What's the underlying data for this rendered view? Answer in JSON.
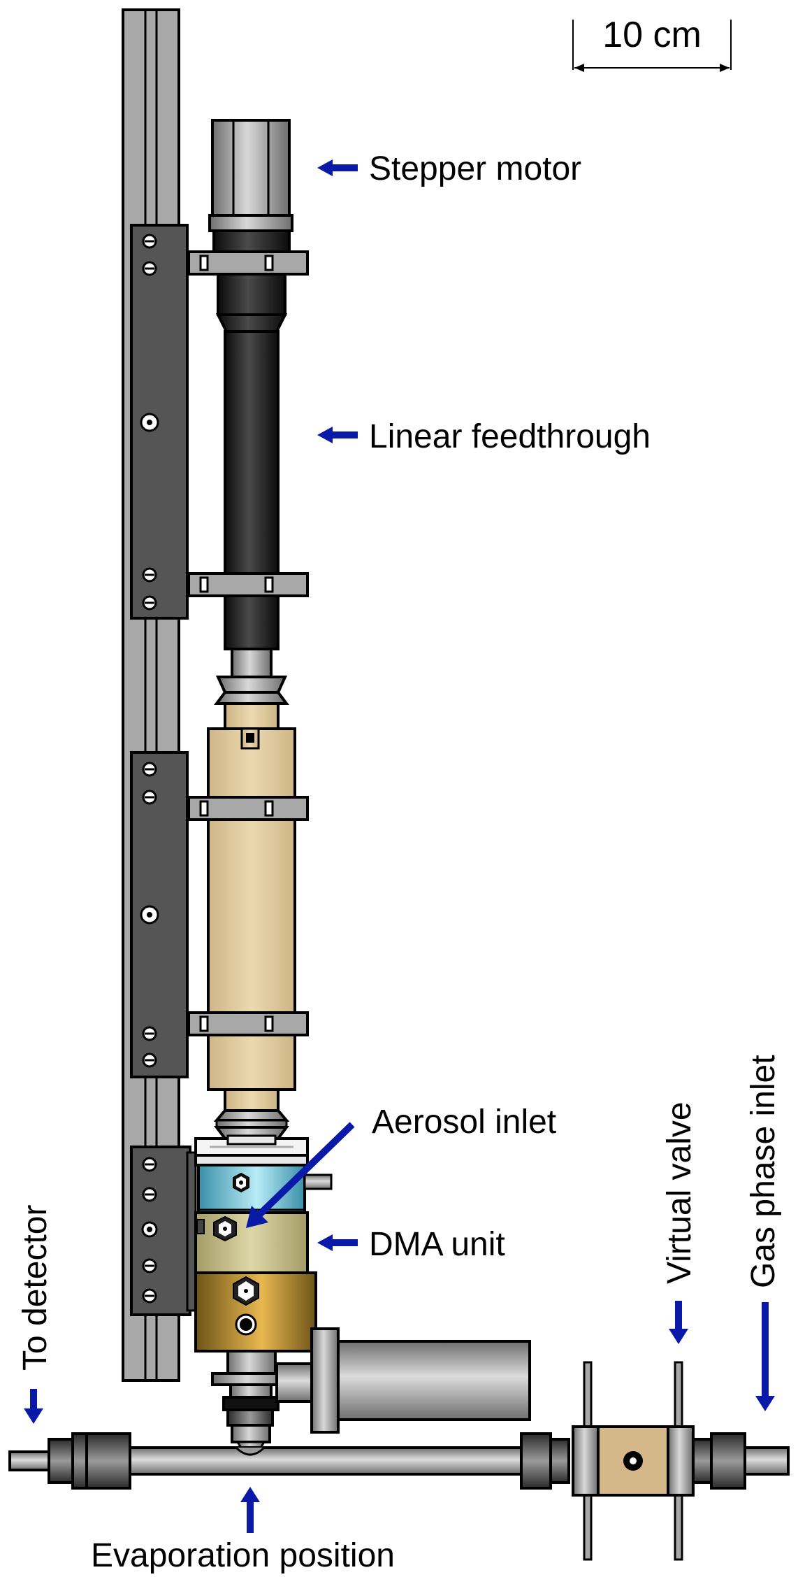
{
  "scale_bar": {
    "label": "10 cm"
  },
  "labels": {
    "stepper_motor": "Stepper motor",
    "linear_feedthrough": "Linear feedthrough",
    "aerosol_inlet": "Aerosol inlet",
    "dma_unit": "DMA unit",
    "to_detector": "To detector",
    "virtual_valve": "Virtual valve",
    "gas_phase_inlet": "Gas phase inlet",
    "evaporation_position": "Evaporation position"
  },
  "colors": {
    "arrow": "#0a1aa8",
    "outline": "#000000",
    "rail": "#a8a8a8",
    "bracket": "#555555",
    "motor": "#8c8c8c",
    "feedthrough": "#1c1c1c",
    "sleeve": "#e2cc9e",
    "dma_blue": "#7ec8dc",
    "dma_olive": "#c8c08c",
    "dma_brass": "#b8902e",
    "tube": "#a0a0a0",
    "valve_block": "#d4b88a"
  }
}
